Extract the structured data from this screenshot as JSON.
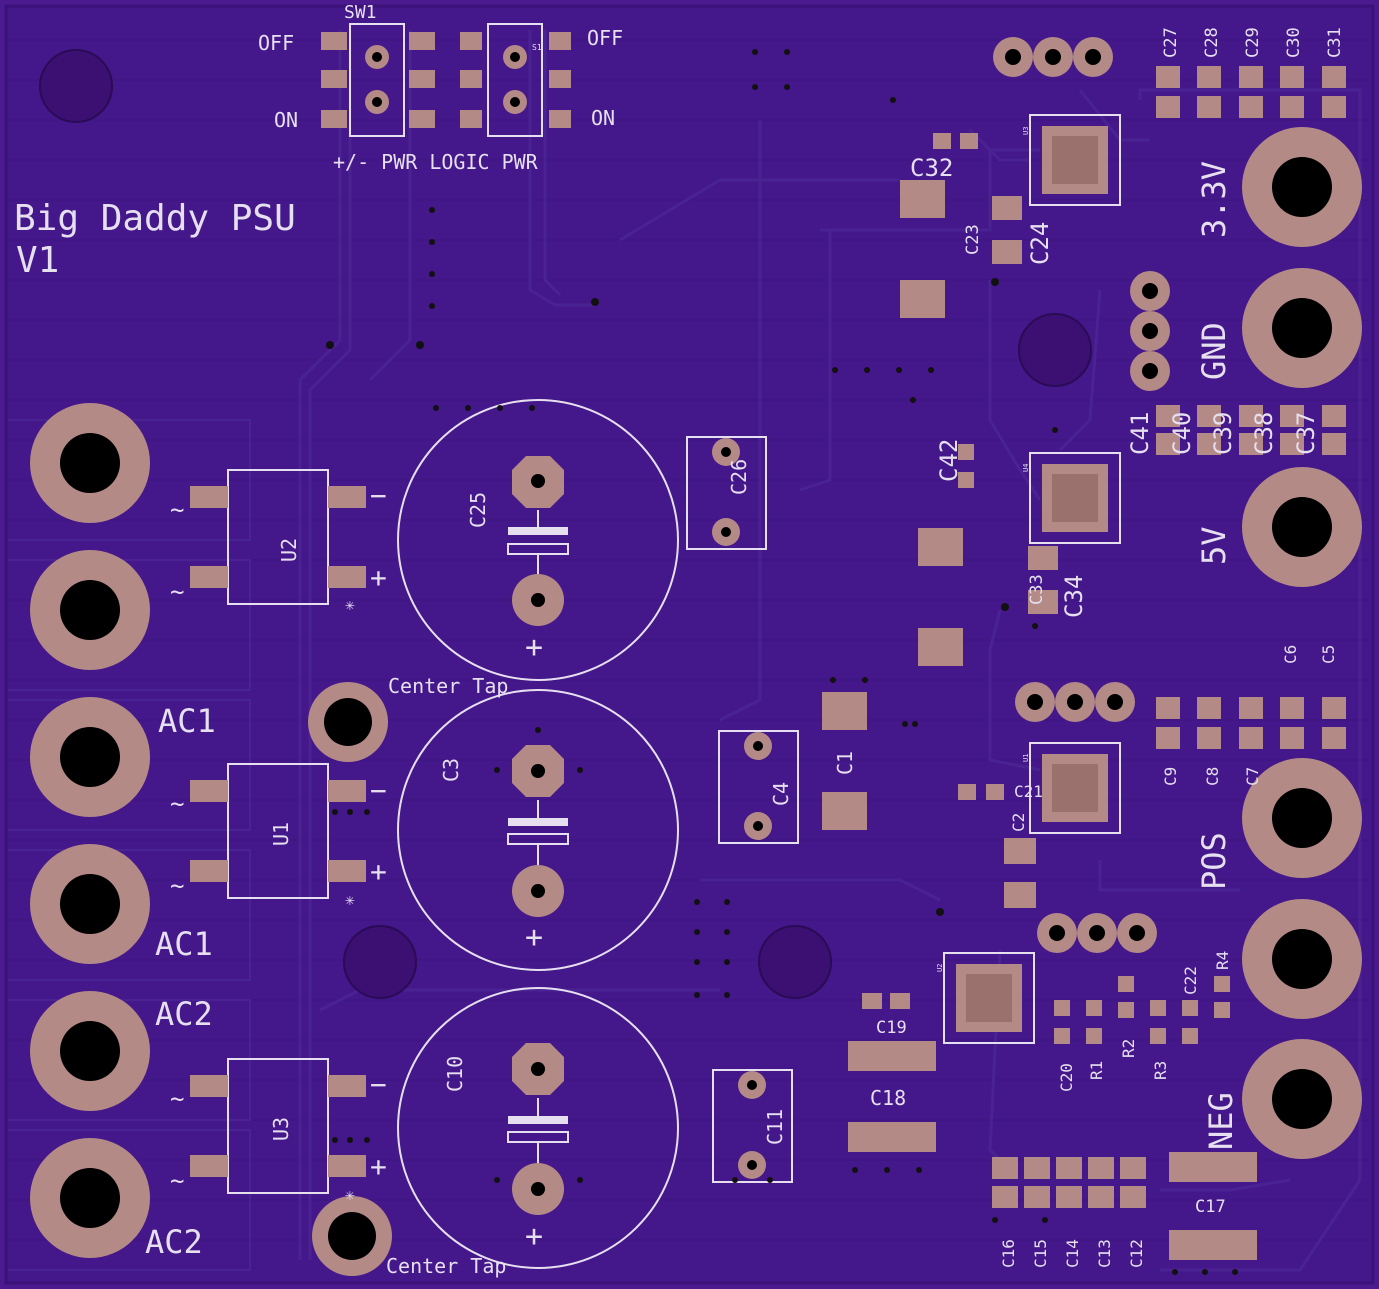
{
  "board": {
    "title_line1": "Big Daddy PSU",
    "title_line2": "V1",
    "colors": {
      "substrate": "#4b1a8f",
      "copper_pour": "#3f1480",
      "pad": "#b48a86",
      "silk": "#e6dff0"
    }
  },
  "switches": {
    "sw1_label": "SW1",
    "s1_label": "S1",
    "off_left": "OFF",
    "on_left": "ON",
    "off_right": "OFF",
    "on_right": "ON",
    "caption": "+/- PWR LOGIC PWR"
  },
  "terminals": {
    "ac1_top": "AC1",
    "ac1_bottom": "AC1",
    "ac2_top": "AC2",
    "ac2_bottom": "AC2",
    "out_33": "3.3V",
    "out_gnd": "GND",
    "out_5": "5V",
    "out_pos": "POS",
    "out_neg": "NEG",
    "center_tap_1": "Center Tap",
    "center_tap_2": "Center Tap"
  },
  "bridges": {
    "u1": "U1",
    "u2": "U2",
    "u3": "U3",
    "minus": "−",
    "plus": "+",
    "star": "✳",
    "tilde": "~"
  },
  "caps": {
    "c25": "C25",
    "c3": "C3",
    "c10": "C10",
    "plus": "+",
    "c26": "C26",
    "c4": "C4",
    "c11": "C11",
    "c1": "C1",
    "c2": "C2",
    "c5": "C5",
    "c6": "C6",
    "c7": "C7",
    "c8": "C8",
    "c9": "C9",
    "c12": "C12",
    "c13": "C13",
    "c14": "C14",
    "c15": "C15",
    "c16": "C16",
    "c17": "C17",
    "c18": "C18",
    "c19": "C19",
    "c20": "C20",
    "c21": "C21",
    "c22": "C22",
    "c23": "C23",
    "c24": "C24",
    "c27": "C27",
    "c28": "C28",
    "c29": "C29",
    "c30": "C30",
    "c31": "C31",
    "c32": "C32",
    "c33": "C33",
    "c34": "C34",
    "c37": "C37",
    "c38": "C38",
    "c39": "C39",
    "c40": "C40",
    "c41": "C41",
    "c42": "C42"
  },
  "resistors": {
    "r1": "R1",
    "r2": "R2",
    "r3": "R3",
    "r4": "R4"
  },
  "regulators": {
    "u_top": "U3",
    "u_mid": "U4",
    "u_low": "U1",
    "u_bottom": "U2"
  }
}
